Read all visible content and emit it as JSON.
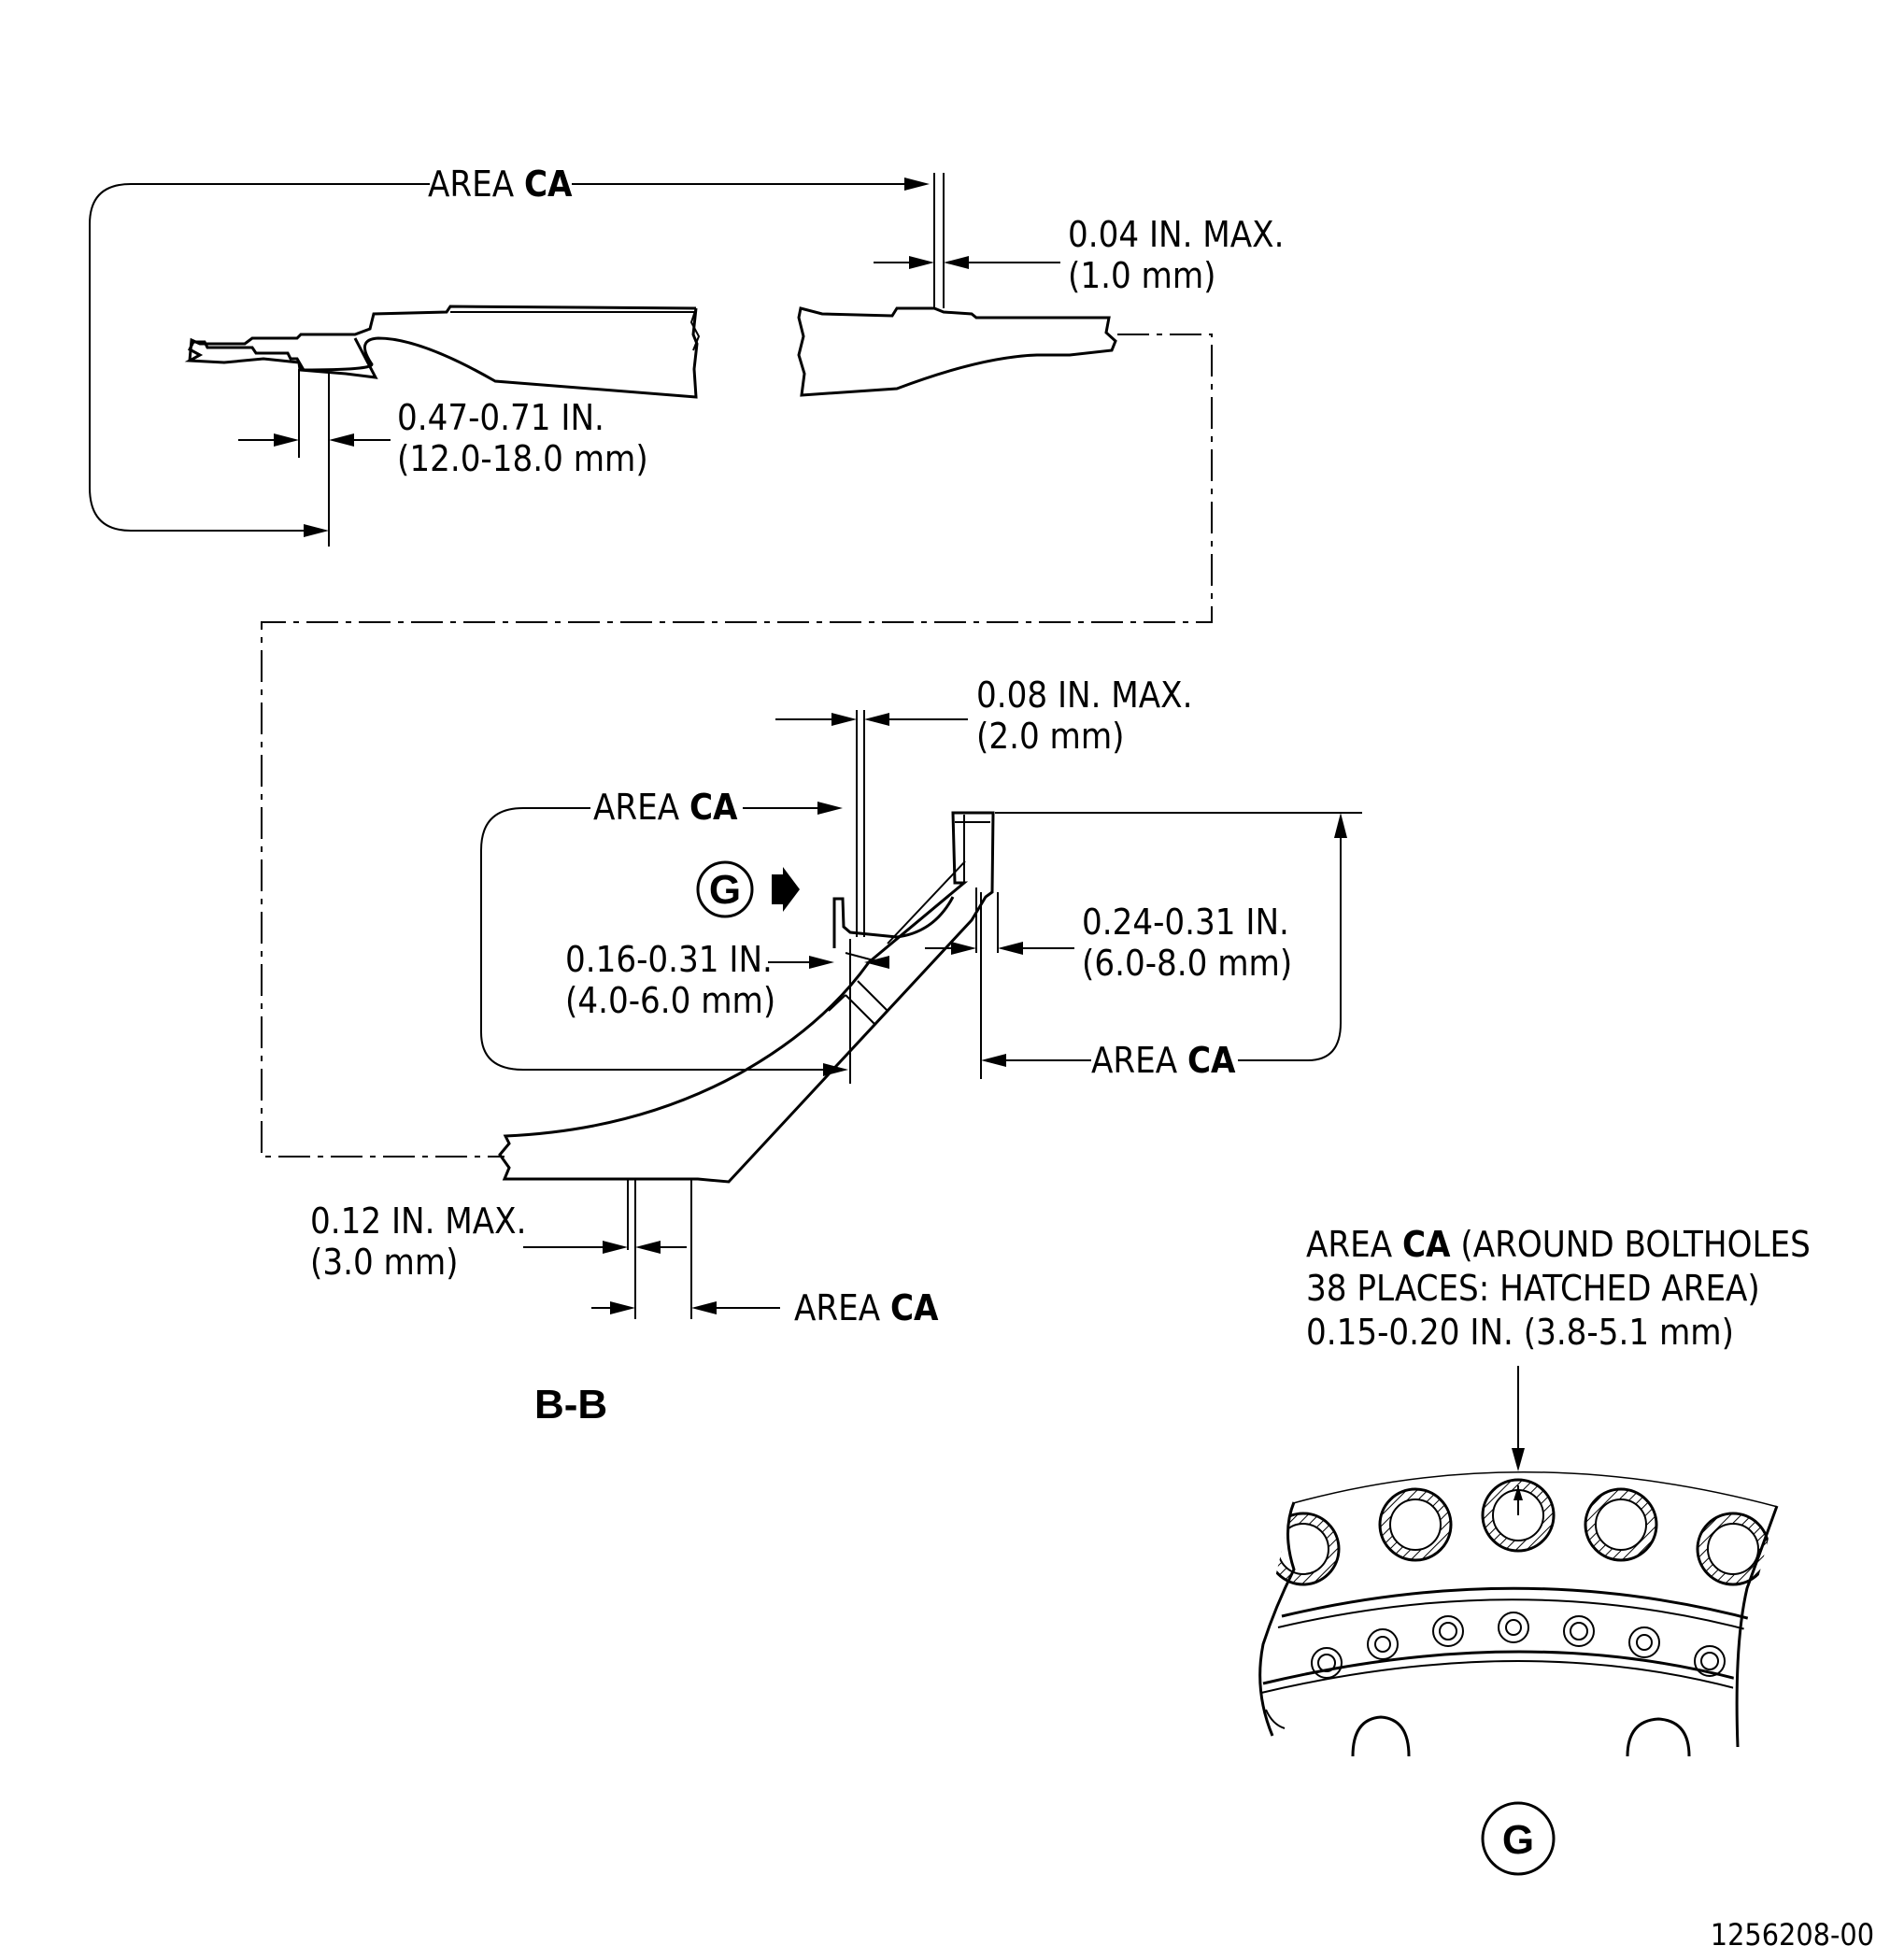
{
  "labels": {
    "area_word": "AREA",
    "ca": "CA",
    "top_gap_in": "0.04 IN. MAX.",
    "top_gap_mm": "(1.0 mm)",
    "top_width_in": "0.47-0.71 IN.",
    "top_width_mm": "(12.0-18.0 mm)",
    "bb_gap_in": "0.08 IN. MAX.",
    "bb_gap_mm": "(2.0 mm)",
    "bb_left_in": "0.16-0.31 IN.",
    "bb_left_mm": "(4.0-6.0 mm)",
    "bb_right_in": "0.24-0.31 IN.",
    "bb_right_mm": "(6.0-8.0 mm)",
    "bb_bottom_in": "0.12 IN. MAX.",
    "bb_bottom_mm": "(3.0 mm)",
    "view_g": "G",
    "section_name": "B-B",
    "bolt_note_1_suffix": "(AROUND BOLTHOLES",
    "bolt_note_2": "38 PLACES: HATCHED AREA)",
    "bolt_note_3": "0.15-0.20 IN. (3.8-5.1 mm)",
    "drawing_number": "1256208-00"
  }
}
